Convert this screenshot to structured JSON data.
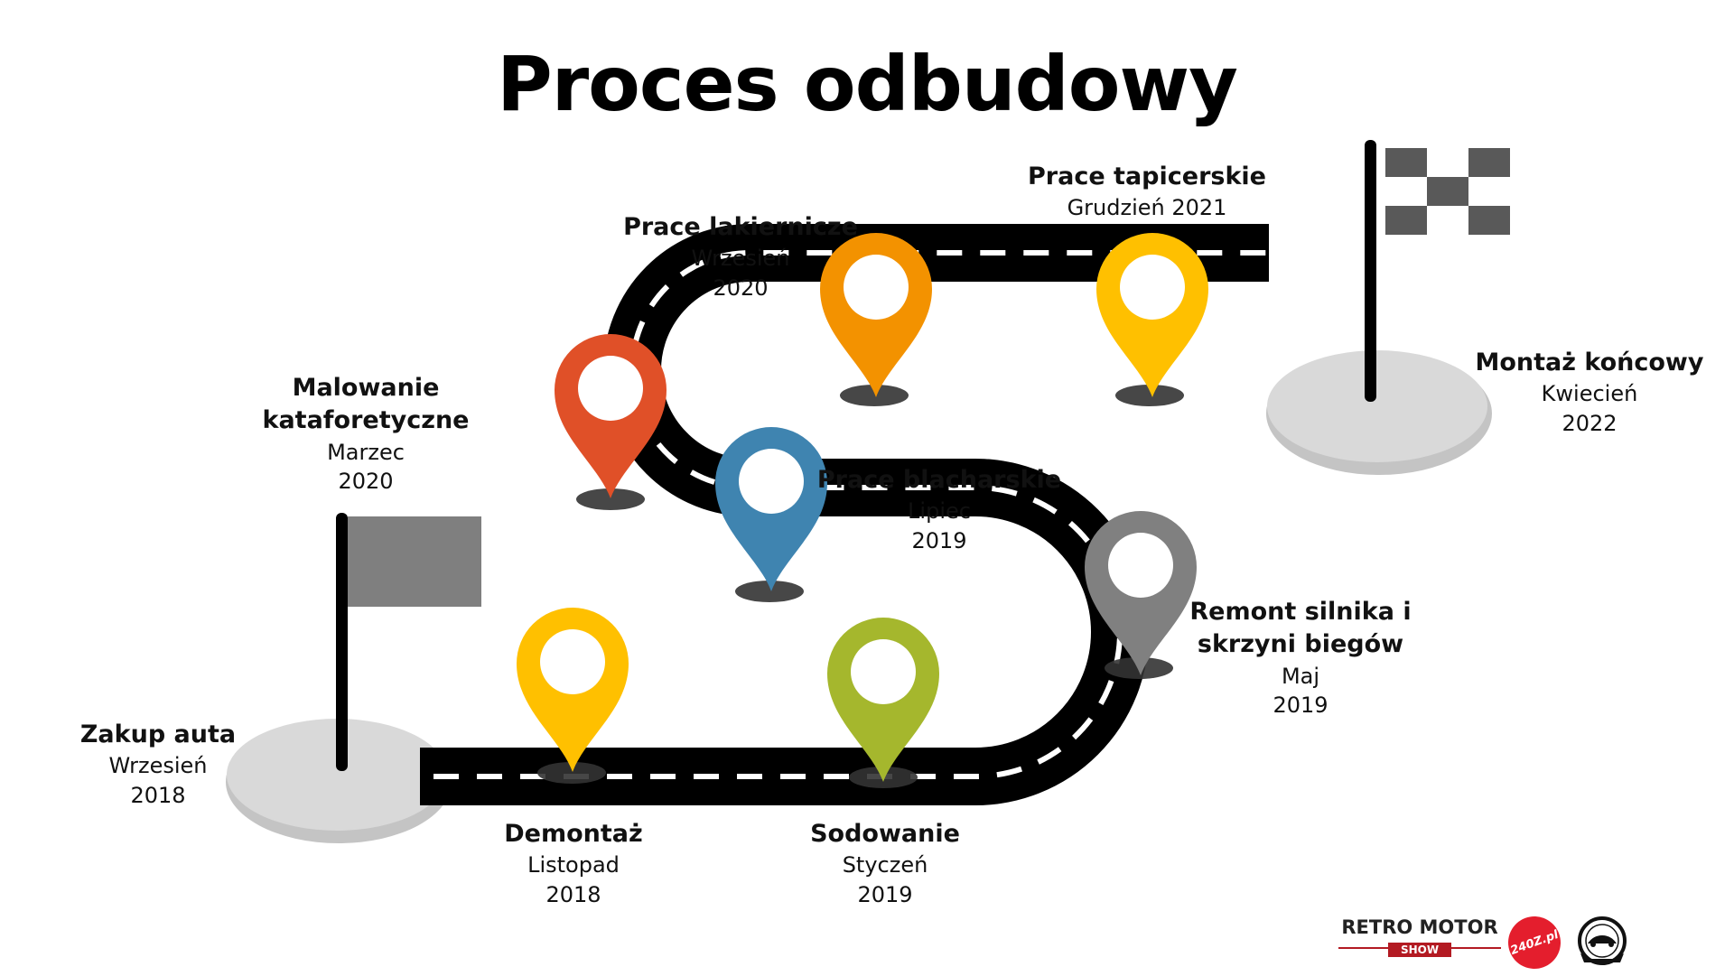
{
  "title": "Proces odbudowy",
  "colors": {
    "road": "#000000",
    "dash": "#ffffff",
    "platform": "#d9d9d9",
    "flag_gray": "#7f7f7f",
    "check_dark": "#595959"
  },
  "steps": [
    {
      "name": "Zakup auta",
      "month": "Wrzesień",
      "year": "2018",
      "marker": "none"
    },
    {
      "name": "Demontaż",
      "month": "Listopad",
      "year": "2018",
      "marker_color": "#ffc000"
    },
    {
      "name": "Sodowanie",
      "month": "Styczeń",
      "year": "2019",
      "marker_color": "#a5b72d"
    },
    {
      "name_lines": [
        "Remont silnika i",
        "skrzyni biegów"
      ],
      "month": "Maj",
      "year": "2019",
      "marker_color": "#808080"
    },
    {
      "name": "Prace blacharskie",
      "month": "Lipiec",
      "year": "2019",
      "marker_color": "#3f84b0"
    },
    {
      "name": "Malowanie kataforetyczne",
      "month": "Marzec",
      "year": "2020",
      "marker_color": "#e05028"
    },
    {
      "name": "Prace lakiernicze",
      "month": "Wrzesień",
      "year": "2020",
      "marker_color": "#f39200"
    },
    {
      "name": "Prace tapicerskie",
      "date": "Grudzień 2021",
      "marker_color": "#ffc000"
    },
    {
      "name": "Montaż końcowy",
      "month": "Kwiecień",
      "year": "2022",
      "marker": "none"
    }
  ],
  "logos": {
    "retro_line1": "RETRO MOTOR",
    "retro_line2": "SHOW",
    "badge_text": "240Z.pl",
    "badge_color": "#e41e2d"
  }
}
